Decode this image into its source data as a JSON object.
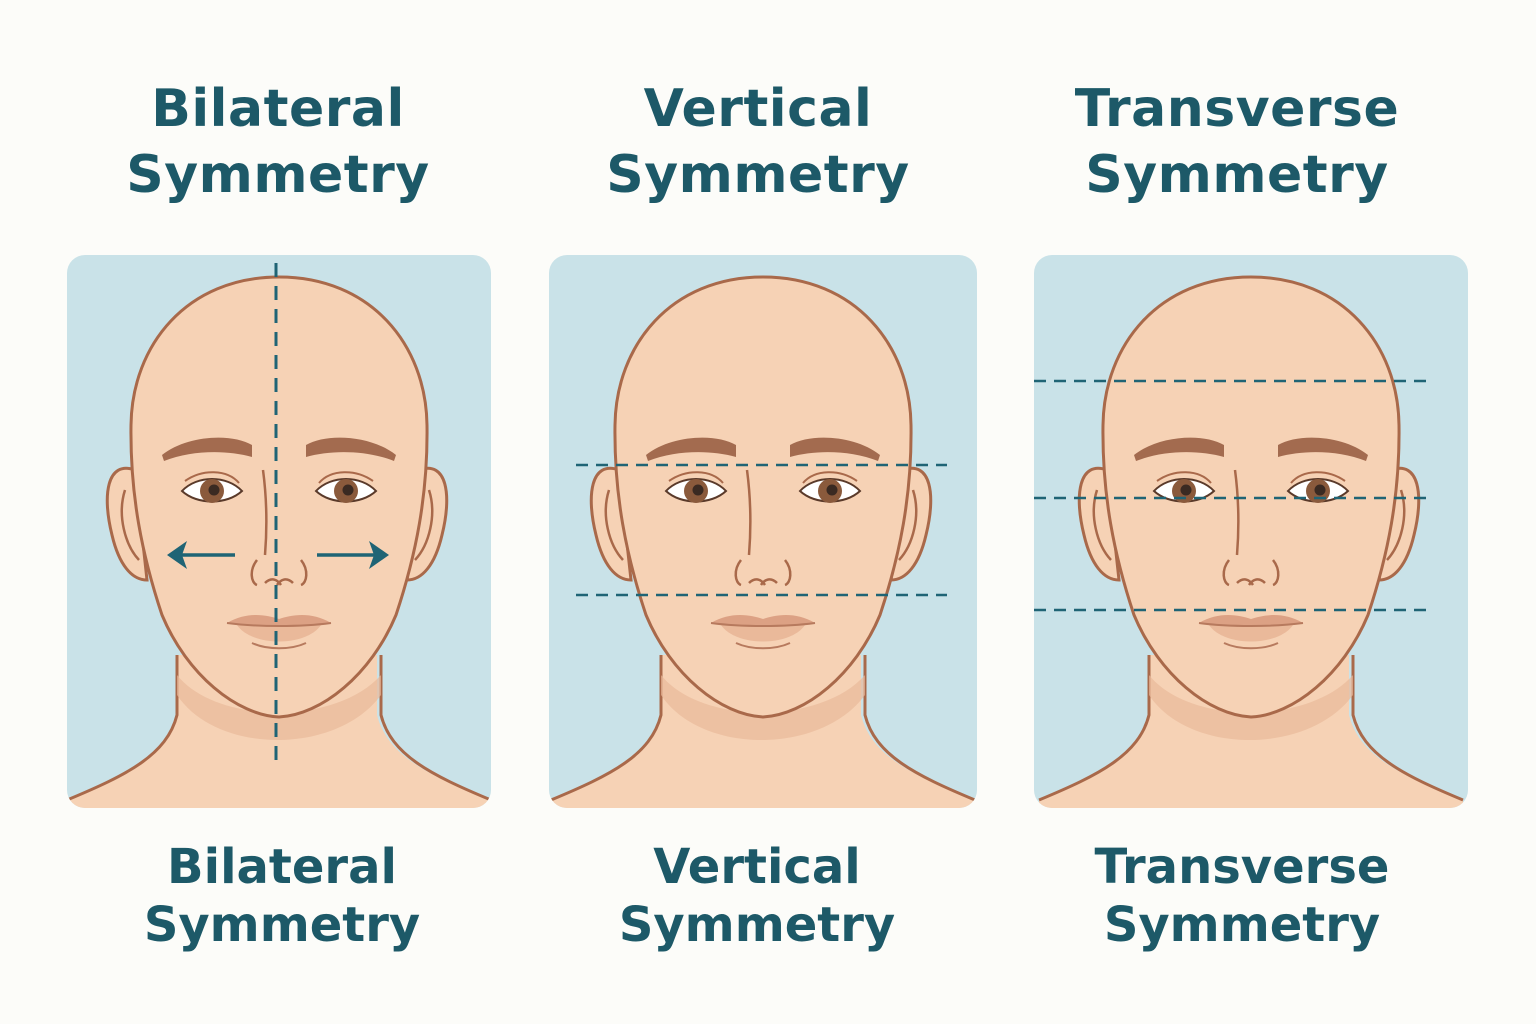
{
  "colors": {
    "background": "#fcfcf9",
    "panel_bg": "#c9e2e8",
    "skin": "#f6d2b5",
    "skin_shadow": "#eab99a",
    "outline": "#a9694a",
    "brow": "#a36b4f",
    "iris": "#8a5a3c",
    "pupil": "#3a2a22",
    "lip": "#dca184",
    "guide_line": "#1f6475",
    "title_text": "#1d5968"
  },
  "panels": [
    {
      "id": "bilateral",
      "title_line1": "Bilateral",
      "title_line2": "Symmetry",
      "caption_line1": "Bilateral",
      "caption_line2": "Symmetry",
      "guides": "vertical midline dashed with left and right arrows"
    },
    {
      "id": "vertical",
      "title_line1": "Vertical",
      "title_line2": "Symmetry",
      "caption_line1": "Vertical",
      "caption_line2": "Symmetry",
      "guides": "two horizontal dashed lines at eye level and below nose"
    },
    {
      "id": "transverse",
      "title_line1": "Transverse",
      "title_line2": "Symmetry",
      "caption_line1": "Transverse",
      "caption_line2": "Symmetry",
      "guides": "three horizontal dashed lines at forehead, eye level and upper lip"
    }
  ]
}
